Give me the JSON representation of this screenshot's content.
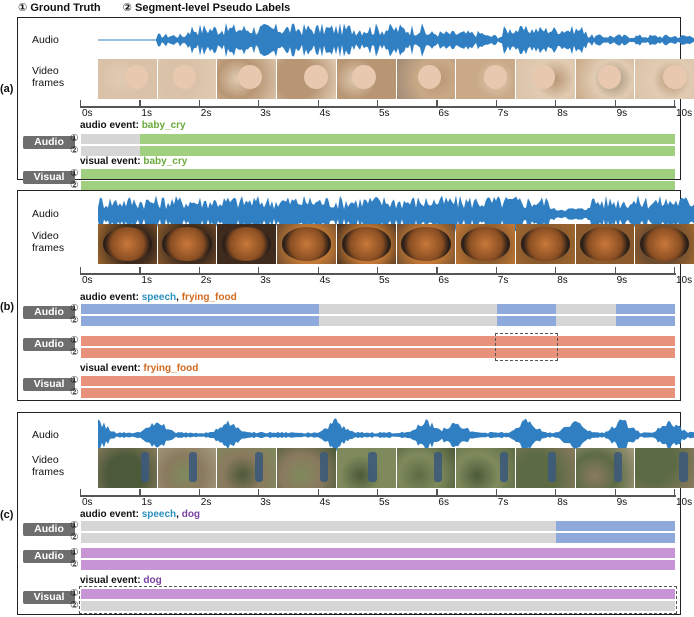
{
  "legend": {
    "item1": "① Ground Truth",
    "item2": "② Segment-level Pseudo Labels"
  },
  "labels": {
    "audio": "Audio",
    "video_frames": "Video\nframes",
    "audio_btn": "Audio",
    "visual_btn": "Visual",
    "gt_mark": "①",
    "pl_mark": "②",
    "audio_event": "audio event: ",
    "visual_event": "visual event: ",
    "comma": ", "
  },
  "ticks": [
    "0s",
    "1s",
    "2s",
    "3s",
    "4s",
    "5s",
    "6s",
    "7s",
    "8s",
    "9s",
    "10s"
  ],
  "colors": {
    "gray": "#d6d6d6",
    "green": "#9fcf7f",
    "blue": "#8ea9dc",
    "salmon": "#e9927b",
    "purple": "#c795d6",
    "wave": "#2f7fc2",
    "baby_cry_text": "#6aaa3a",
    "speech_text": "#2a8fbd",
    "frying_text": "#d2691e",
    "dog_text": "#7b3fa0"
  },
  "panels": [
    {
      "id": "a",
      "label": "(a)",
      "audio_events": [
        {
          "name": "baby_cry",
          "color": "baby_cry_text"
        }
      ],
      "visual_events": [
        {
          "name": "baby_cry",
          "color": "baby_cry_text"
        }
      ],
      "frame_theme": "baby",
      "rows": [
        {
          "kind": "audio",
          "bars": [
            [
              [
                "gray",
                0,
                1
              ],
              [
                "green",
                1,
                10
              ]
            ],
            [
              [
                "gray",
                0,
                1
              ],
              [
                "green",
                1,
                10
              ]
            ]
          ]
        },
        {
          "kind": "visual",
          "bars": [
            [
              [
                "green",
                0,
                10
              ]
            ],
            [
              [
                "green",
                0,
                10
              ]
            ]
          ]
        }
      ]
    },
    {
      "id": "b",
      "label": "(b)",
      "audio_events": [
        {
          "name": "speech",
          "color": "speech_text"
        },
        {
          "name": "frying_food",
          "color": "frying_text"
        }
      ],
      "visual_events": [
        {
          "name": "frying_food",
          "color": "frying_text"
        }
      ],
      "frame_theme": "food",
      "rows": [
        {
          "kind": "audio",
          "bars": [
            [
              [
                "blue",
                0,
                4
              ],
              [
                "gray",
                4,
                7
              ],
              [
                "blue",
                7,
                8
              ],
              [
                "gray",
                8,
                9
              ],
              [
                "blue",
                9,
                10
              ]
            ],
            [
              [
                "blue",
                0,
                4
              ],
              [
                "gray",
                4,
                7
              ],
              [
                "blue",
                7,
                8
              ],
              [
                "gray",
                8,
                9
              ],
              [
                "blue",
                9,
                10
              ]
            ]
          ]
        },
        {
          "kind": "audio",
          "bars": [
            [
              [
                "salmon",
                0,
                10
              ]
            ],
            [
              [
                "salmon",
                0,
                10
              ]
            ]
          ],
          "dashed": [
            7,
            8
          ]
        },
        {
          "kind": "visual",
          "bars": [
            [
              [
                "salmon",
                0,
                10
              ]
            ],
            [
              [
                "salmon",
                0,
                10
              ]
            ]
          ]
        }
      ]
    },
    {
      "id": "c",
      "label": "(c)",
      "audio_events": [
        {
          "name": "speech",
          "color": "speech_text"
        },
        {
          "name": "dog",
          "color": "dog_text"
        }
      ],
      "visual_events": [
        {
          "name": "dog",
          "color": "dog_text"
        }
      ],
      "frame_theme": "outdoor",
      "rows": [
        {
          "kind": "audio",
          "bars": [
            [
              [
                "gray",
                0,
                8
              ],
              [
                "blue",
                8,
                10
              ]
            ],
            [
              [
                "gray",
                0,
                8
              ],
              [
                "blue",
                8,
                10
              ]
            ]
          ]
        },
        {
          "kind": "audio",
          "bars": [
            [
              [
                "purple",
                0,
                10
              ]
            ],
            [
              [
                "purple",
                0,
                10
              ]
            ]
          ]
        },
        {
          "kind": "visual",
          "bars": [
            [
              [
                "purple",
                0,
                10
              ]
            ],
            [
              [
                "gray",
                0,
                10
              ]
            ]
          ],
          "dashed": [
            0,
            10
          ]
        }
      ]
    }
  ]
}
